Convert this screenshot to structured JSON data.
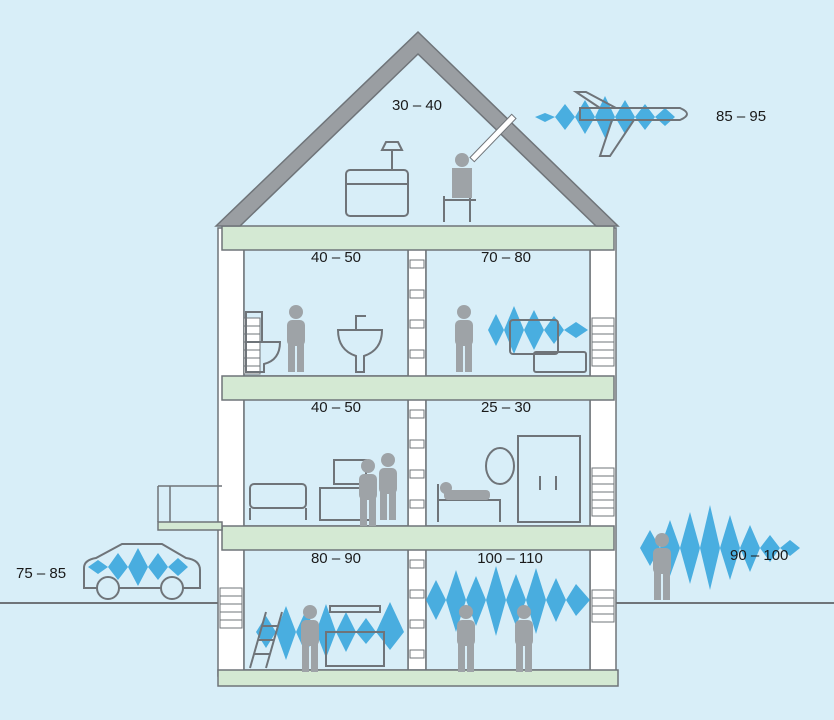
{
  "colors": {
    "background": "#d8eef8",
    "wall": "#ffffff",
    "outline": "#6f7479",
    "floor_slab": "#d4e9d3",
    "roof": "#9a9ea2",
    "figure": "#9ea3a7",
    "sound_wave": "#3aa6dd"
  },
  "rooms": {
    "attic": {
      "label": "30 – 40"
    },
    "bathroom": {
      "label": "40 – 50"
    },
    "laundry": {
      "label": "70 – 80"
    },
    "living_room": {
      "label": "40 – 50"
    },
    "bedroom": {
      "label": "25 – 30"
    },
    "workshop": {
      "label": "80 – 90"
    },
    "music_room": {
      "label": "100 – 110"
    }
  },
  "outdoor": {
    "airplane": {
      "label": "85 – 95",
      "icon": "airplane-icon"
    },
    "car": {
      "label": "75 – 85",
      "icon": "car-icon"
    },
    "lawn_worker": {
      "label": "90 – 100",
      "icon": "person-with-equipment-icon"
    }
  }
}
